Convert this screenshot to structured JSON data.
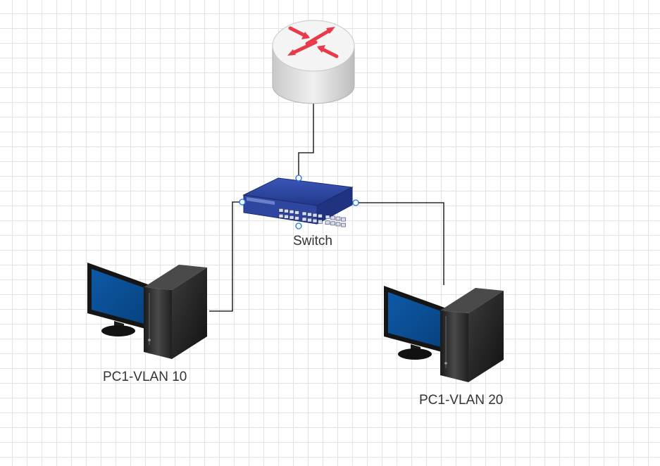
{
  "diagram": {
    "nodes": {
      "router": {
        "icon": "router-icon"
      },
      "switch": {
        "icon": "network-switch-icon",
        "label": "Switch"
      },
      "pc1": {
        "icon": "desktop-pc-icon",
        "label": "PC1-VLAN 10"
      },
      "pc2": {
        "icon": "desktop-pc-icon",
        "label": "PC1-VLAN 20"
      }
    },
    "edges": [
      {
        "from": "router",
        "to": "switch"
      },
      {
        "from": "switch",
        "to": "pc1"
      },
      {
        "from": "switch",
        "to": "pc2"
      }
    ],
    "colors": {
      "grid": "#e3e3e3",
      "connector": "#000000",
      "router_body": "#e2e2e2",
      "router_arrows": "#e83a4a",
      "switch_body": "#2e46a0",
      "handle": "#1a73e8",
      "monitor_screen": "#0a4f96",
      "pc_case": "#2a2a2a"
    }
  }
}
